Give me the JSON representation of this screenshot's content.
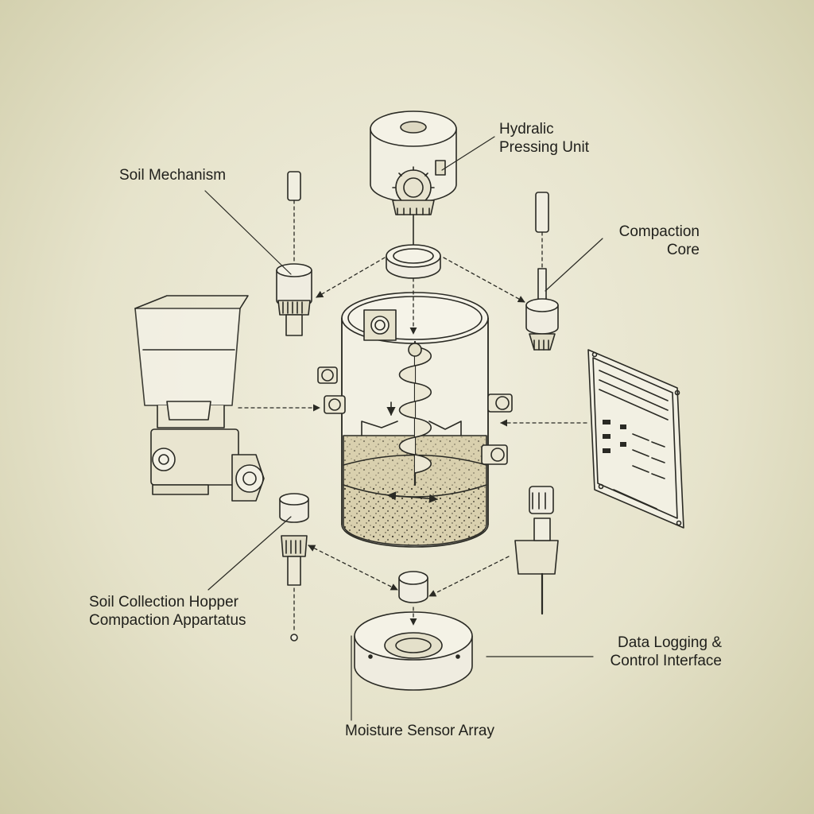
{
  "labels": {
    "hydraulic_pressing_unit": [
      "Hydralic",
      "Pressing Unit"
    ],
    "soil_mechanism": "Soil Mechanism",
    "compaction_core": [
      "Compaction",
      "Core"
    ],
    "soil_collection_hopper": [
      "Soil Collection Hopper",
      "Compaction Appartatus"
    ],
    "data_logging": [
      "Data Logging &",
      "Control Interface"
    ],
    "moisture_sensor_array": "Moisture Sensor Array"
  },
  "colors": {
    "background": "#e6e4cf",
    "ink": "#2a2a24",
    "soil_fill": "#d8cfae",
    "part_fill": "#f3f1e4"
  }
}
